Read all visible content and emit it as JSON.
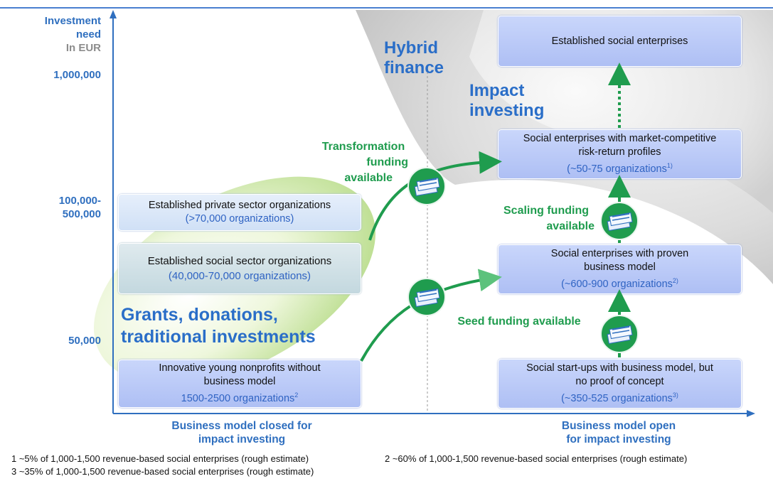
{
  "y_axis": {
    "title_line1": "Investment",
    "title_line2": "need",
    "unit": "In EUR",
    "ticks": [
      "1,000,000",
      "100,000-",
      "500,000",
      "50,000"
    ]
  },
  "x_axis": {
    "left_line1": "Business model closed for",
    "left_line2": "impact investing",
    "right_line1": "Business model open",
    "right_line2": "for impact investing"
  },
  "regions": {
    "hybrid_line1": "Hybrid",
    "hybrid_line2": "finance",
    "impact_line1": "Impact",
    "impact_line2": "investing",
    "grants_line1": "Grants, donations,",
    "grants_line2": "traditional investments"
  },
  "boxes": {
    "established_social_enterprises": "Established social enterprises",
    "market_competitive_line1": "Social enterprises with market-competitive",
    "market_competitive_line2": "risk-return profiles",
    "market_competitive_count": "(~50-75 organizations",
    "market_competitive_sup": "1)",
    "proven_line1": "Social enterprises with proven",
    "proven_line2": "business model",
    "proven_count": "(~600-900 organizations",
    "proven_sup": "2)",
    "startups_line1": "Social start-ups with business model, but",
    "startups_line2": "no proof of concept",
    "startups_count": "(~350-525 organizations",
    "startups_sup": "3)",
    "private_line1": "Established private sector organizations",
    "private_count": "(>70,000 organizations)",
    "socialsector_line1": "Established social sector organizations",
    "socialsector_count": "(40,000-70,000 organizations)",
    "nonprofits_line1": "Innovative young nonprofits without",
    "nonprofits_line2": "business model",
    "nonprofits_count": "1500-2500 organizations",
    "nonprofits_sup": "2"
  },
  "funding": {
    "transformation_line1": "Transformation",
    "transformation_line2": "funding",
    "transformation_line3": "available",
    "scaling_line1": "Scaling funding",
    "scaling_line2": "available",
    "seed": "Seed funding available"
  },
  "footnotes": {
    "fn1": "1 ~5% of 1,000-1,500 revenue-based social enterprises (rough estimate)",
    "fn2": "2 ~60% of 1,000-1,500 revenue-based social enterprises (rough estimate)",
    "fn3": "3 ~35% of 1,000-1,500 revenue-based social enterprises (rough estimate)"
  },
  "colors": {
    "axis_blue": "#2f6fbf",
    "arrow_green": "#1f9c4e",
    "box_blue": "#b9c8f7"
  }
}
